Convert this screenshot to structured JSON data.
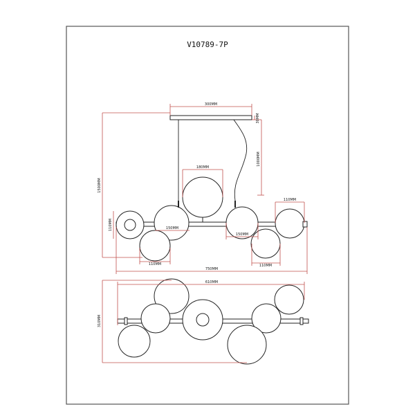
{
  "model_code": "V10789-7P",
  "dims": {
    "canopy_width": "300MM",
    "canopy_height": "30MM",
    "cable_length": "1000MM",
    "total_height": "1500MM",
    "globe_top": "180MM",
    "globe_left_h": "110MM",
    "globe_mid": "150MM",
    "globe_bottom_left": "110MM",
    "globe_right_top": "110MM",
    "globe_right_mid": "150MM",
    "globe_right_bottom": "110MM",
    "total_width": "750MM",
    "plan_width": "610MM",
    "plan_depth": "310MM"
  },
  "colors": {
    "dimension": "#c0504d",
    "line": "#222222",
    "frame": "#555555"
  }
}
